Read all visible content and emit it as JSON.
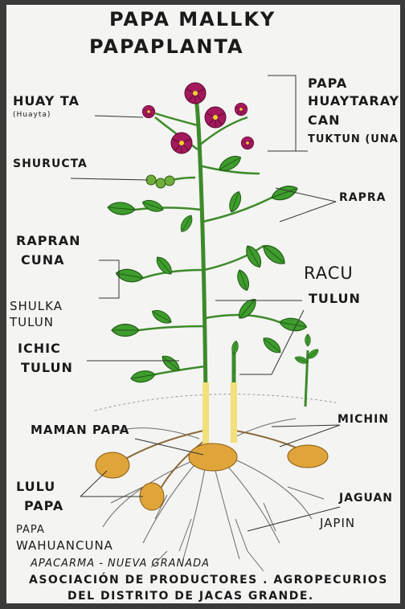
{
  "title": {
    "line1": "PAPA MALLKY",
    "line2": "PAPAPLANTA"
  },
  "labels": {
    "huayta": "HUAY TA",
    "huayta_sub": "(Huayta)",
    "papa_huaytaray_1": "PAPA",
    "papa_huaytaray_2": "HUAYTARAY",
    "papa_huaytaray_3": "CAN",
    "papa_huaytaray_4": "TUKTUN (UNA",
    "shuructa": "SHURUCTA",
    "rapra": "RAPRA",
    "rapran_cuna_1": "RAPRAN",
    "rapran_cuna_2": "CUNA",
    "racu_1": "RACU",
    "racu_2": "TULUN",
    "shulka_1": "SHULKA",
    "shulka_2": "TULUN",
    "ichic_1": "ICHIC",
    "ichic_2": "TULUN",
    "maman_papa": "MAMAN PAPA",
    "michin": "MICHIN",
    "lulu_1": "LULU",
    "lulu_2": "PAPA",
    "jaguan_1": "JAGUAN",
    "jaguan_2": "JAPIN",
    "wahua_1": "PAPA",
    "wahua_2": "WAHUANCUNA",
    "credit": "APACARMA - NUEVA GRANADA",
    "footer_1": "ASOCIACIÓN DE PRODUCTORES . AGROPECURIOS",
    "footer_2": "DEL DISTRITO DE JACAS GRANDE."
  },
  "colors": {
    "leaf": "#3f9c2e",
    "leaf_vein": "#1d5a12",
    "flower": "#a3195b",
    "stem": "#3d8a2a",
    "tuber": "#e0a53a",
    "root": "#6b6b6b"
  }
}
